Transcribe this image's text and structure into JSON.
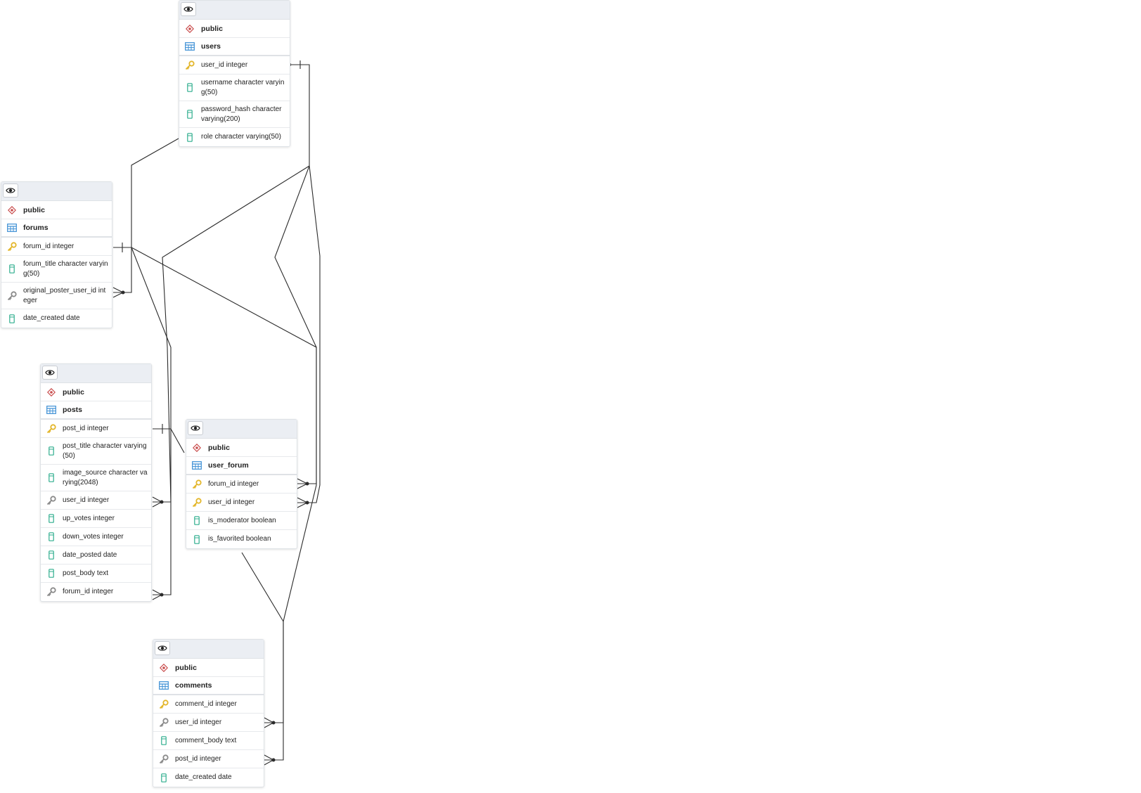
{
  "colors": {
    "schema_icon": "#c94d4d",
    "table_icon": "#3b8ed4",
    "pk_key": "#e3b62a",
    "fk_key": "#8a8a8a",
    "column_icon": "#2fae8e",
    "line": "#2b2b2b"
  },
  "tables": [
    {
      "id": "users",
      "schema": "public",
      "name": "users",
      "columns": [
        {
          "label": "user_id integer",
          "kind": "pk"
        },
        {
          "label": "username character varying(50)",
          "kind": "col"
        },
        {
          "label": "password_hash character varying(200)",
          "kind": "col"
        },
        {
          "label": "role character varying(50)",
          "kind": "col"
        }
      ]
    },
    {
      "id": "forums",
      "schema": "public",
      "name": "forums",
      "columns": [
        {
          "label": "forum_id integer",
          "kind": "pk"
        },
        {
          "label": "forum_title character varying(50)",
          "kind": "col"
        },
        {
          "label": "original_poster_user_id integer",
          "kind": "fk"
        },
        {
          "label": "date_created date",
          "kind": "col"
        }
      ]
    },
    {
      "id": "posts",
      "schema": "public",
      "name": "posts",
      "columns": [
        {
          "label": "post_id integer",
          "kind": "pk"
        },
        {
          "label": "post_title character varying(50)",
          "kind": "col"
        },
        {
          "label": "image_source character varying(2048)",
          "kind": "col"
        },
        {
          "label": "user_id integer",
          "kind": "fk"
        },
        {
          "label": "up_votes integer",
          "kind": "col"
        },
        {
          "label": "down_votes integer",
          "kind": "col"
        },
        {
          "label": "date_posted date",
          "kind": "col"
        },
        {
          "label": "post_body text",
          "kind": "col"
        },
        {
          "label": "forum_id integer",
          "kind": "fk"
        }
      ]
    },
    {
      "id": "user_forum",
      "schema": "public",
      "name": "user_forum",
      "columns": [
        {
          "label": "forum_id integer",
          "kind": "pk"
        },
        {
          "label": "user_id integer",
          "kind": "pk"
        },
        {
          "label": "is_moderator boolean",
          "kind": "col"
        },
        {
          "label": "is_favorited boolean",
          "kind": "col"
        }
      ]
    },
    {
      "id": "comments",
      "schema": "public",
      "name": "comments",
      "columns": [
        {
          "label": "comment_id integer",
          "kind": "pk"
        },
        {
          "label": "user_id integer",
          "kind": "fk"
        },
        {
          "label": "comment_body text",
          "kind": "col"
        },
        {
          "label": "post_id integer",
          "kind": "fk"
        },
        {
          "label": "date_created date",
          "kind": "col"
        }
      ]
    }
  ]
}
